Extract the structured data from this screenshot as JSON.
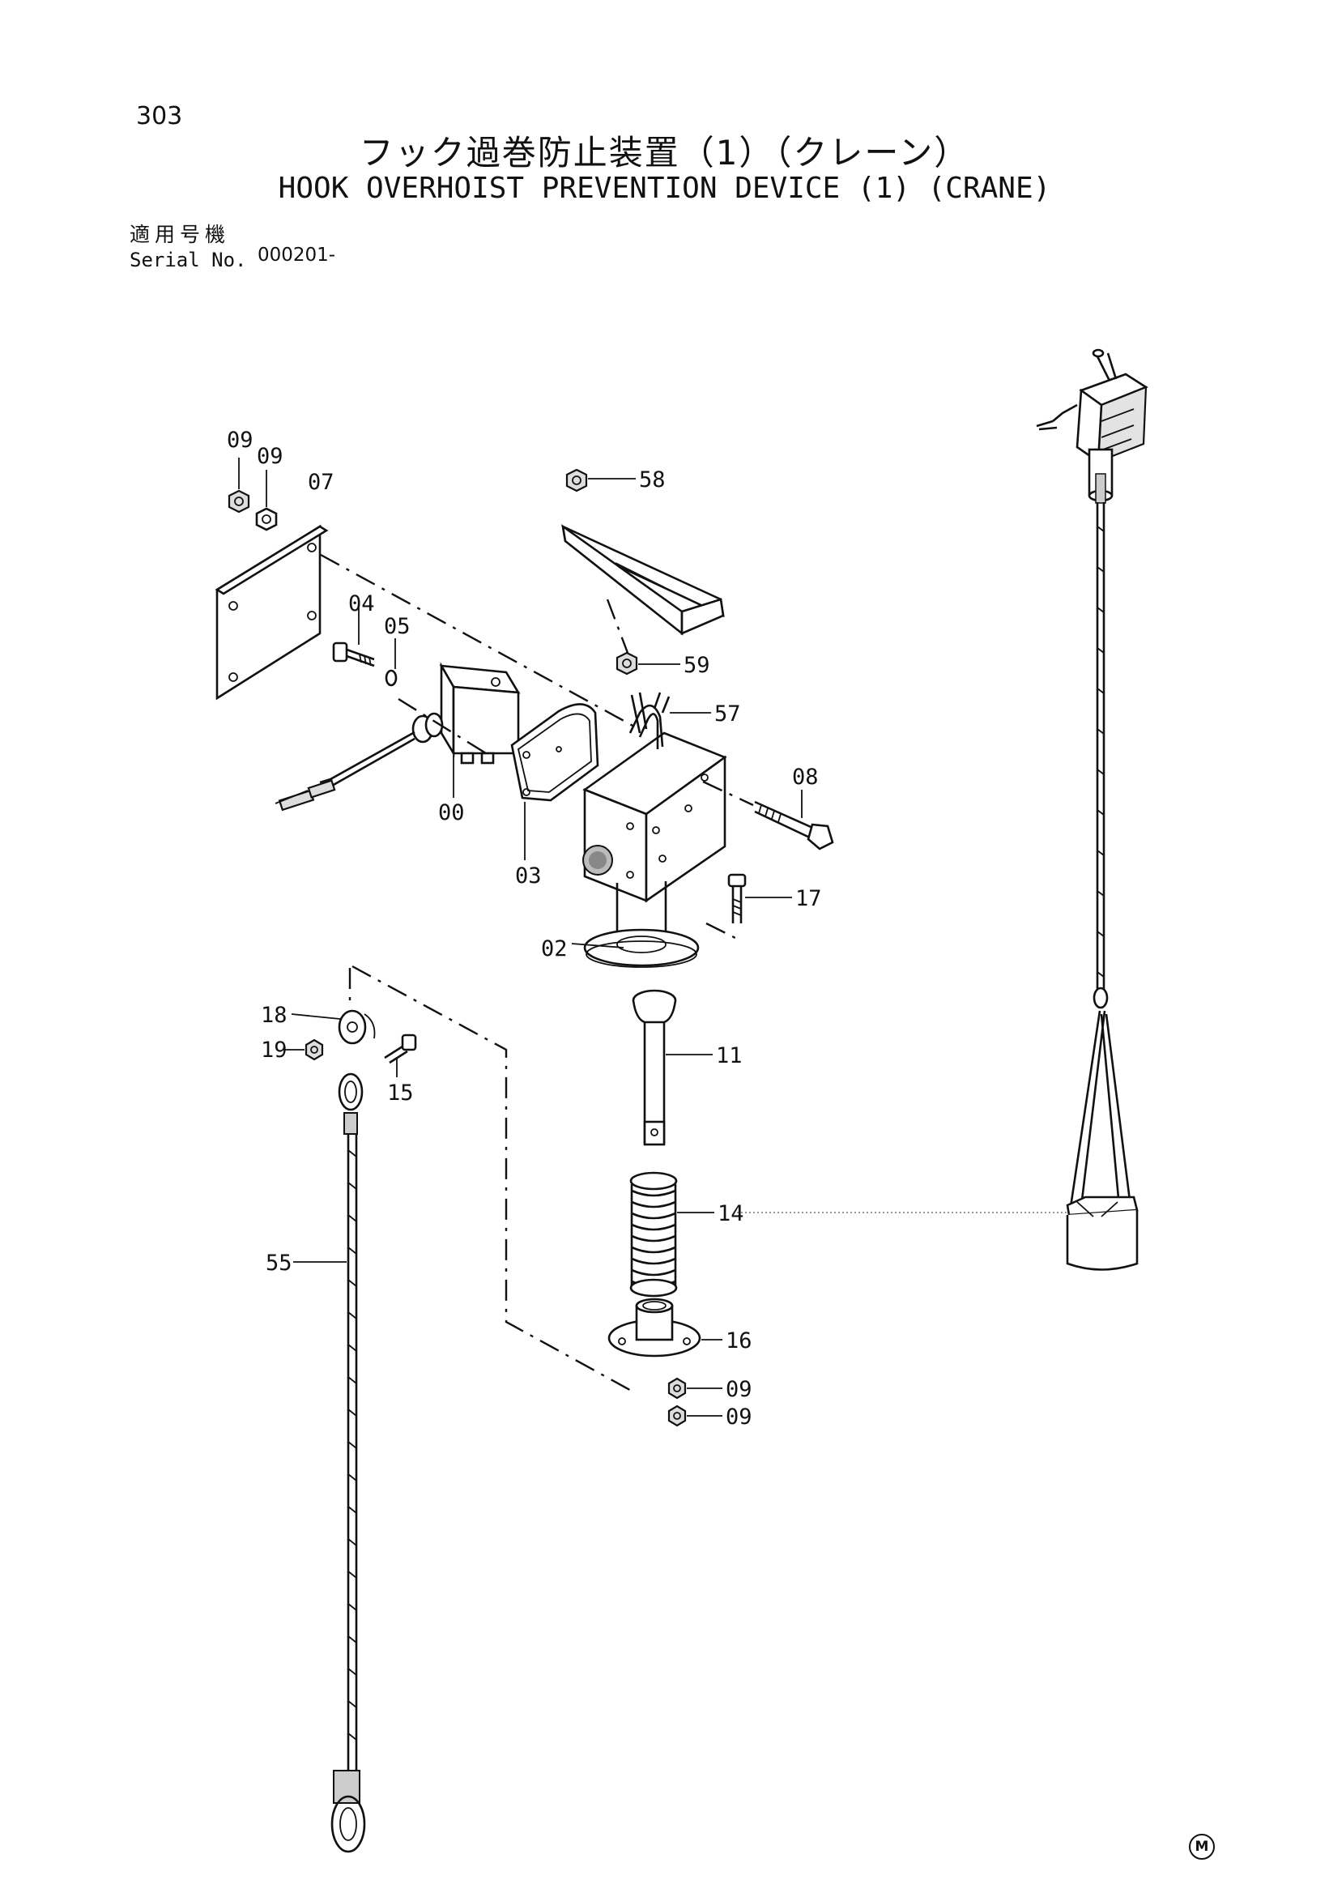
{
  "header": {
    "page_number": "303",
    "title_jp": "フック過巻防止装置（1）（クレーン）",
    "title_en": "HOOK OVERHOIST PREVENTION DEVICE (1) (CRANE)",
    "serial_label_jp": "適用号機",
    "serial_label_en": "Serial No.",
    "serial_value": "000201-"
  },
  "callouts": {
    "p09a": "09",
    "p09b": "09",
    "p07": "07",
    "p58": "58",
    "p04": "04",
    "p05": "05",
    "p59": "59",
    "p57": "57",
    "p08": "08",
    "p00": "00",
    "p03": "03",
    "p17": "17",
    "p02": "02",
    "p18": "18",
    "p19": "19",
    "p15": "15",
    "p11": "11",
    "p14": "14",
    "p55": "55",
    "p16": "16",
    "p09c": "09",
    "p09d": "09"
  },
  "footer": {
    "mark": "M"
  }
}
